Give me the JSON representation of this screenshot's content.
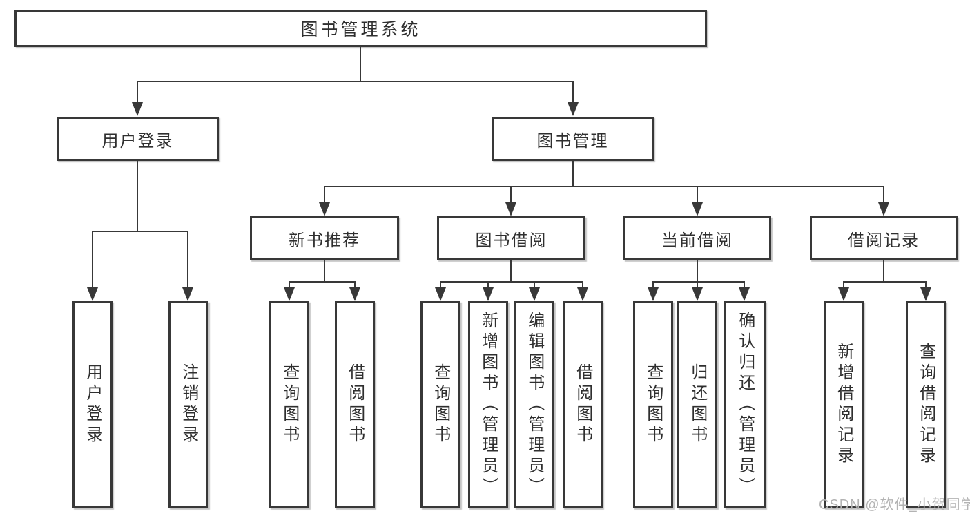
{
  "tree": {
    "label": "图书管理系统",
    "children": [
      {
        "label": "用户登录",
        "children": [
          {
            "label": "用户登录"
          },
          {
            "label": "注销登录"
          }
        ]
      },
      {
        "label": "图书管理",
        "children": [
          {
            "label": "新书推荐",
            "children": [
              {
                "label": "查询图书"
              },
              {
                "label": "借阅图书"
              }
            ]
          },
          {
            "label": "图书借阅",
            "children": [
              {
                "label": "查询图书"
              },
              {
                "label": "新增图书（管理员）"
              },
              {
                "label": "编辑图书（管理员）"
              },
              {
                "label": "借阅图书"
              }
            ]
          },
          {
            "label": "当前借阅",
            "children": [
              {
                "label": "查询图书"
              },
              {
                "label": "归还图书"
              },
              {
                "label": "确认归还（管理员）"
              }
            ]
          },
          {
            "label": "借阅记录",
            "children": [
              {
                "label": "新增借阅记录"
              },
              {
                "label": "查询借阅记录"
              }
            ]
          }
        ]
      }
    ]
  },
  "watermark": {
    "text": "CSDN @软件_小贺同学"
  },
  "colors": {
    "line": "#383838",
    "text": "#2f2f2f",
    "box_fill": "#ffffff",
    "background": "#ffffff",
    "watermark": "#b3b3b3"
  }
}
